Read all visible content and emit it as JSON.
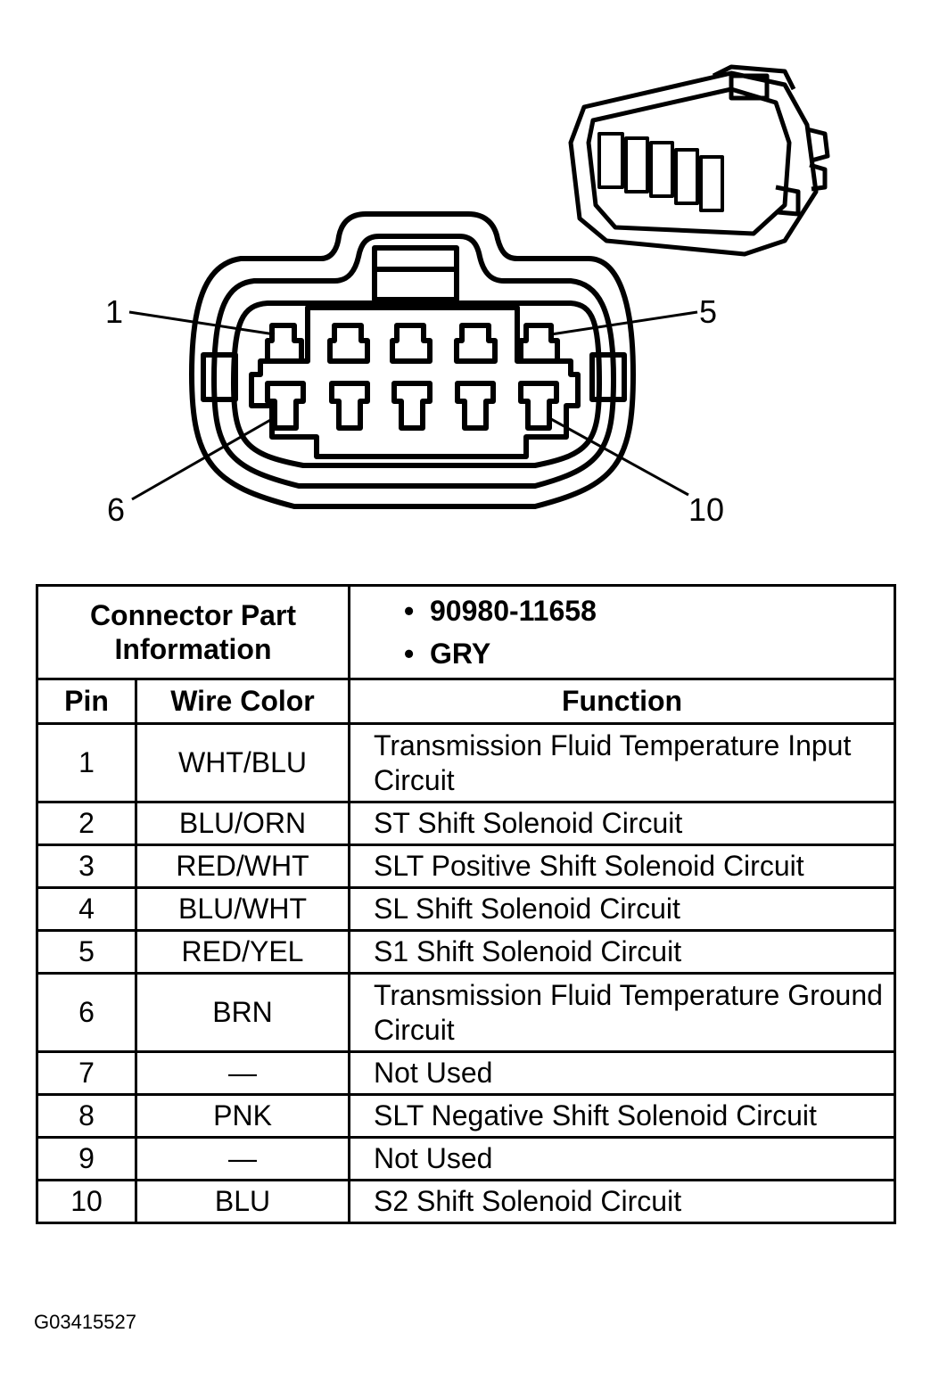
{
  "diagram": {
    "callouts": [
      "1",
      "5",
      "6",
      "10"
    ]
  },
  "table": {
    "info_label": "Connector Part Information",
    "info_values": [
      "90980-11658",
      "GRY"
    ],
    "headers": {
      "pin": "Pin",
      "wire_color": "Wire Color",
      "function": "Function"
    },
    "rows": [
      {
        "pin": "1",
        "color": "WHT/BLU",
        "function": "Transmission Fluid Temperature Input Circuit"
      },
      {
        "pin": "2",
        "color": "BLU/ORN",
        "function": "ST Shift Solenoid Circuit"
      },
      {
        "pin": "3",
        "color": "RED/WHT",
        "function": "SLT Positive Shift Solenoid Circuit"
      },
      {
        "pin": "4",
        "color": "BLU/WHT",
        "function": "SL Shift Solenoid Circuit"
      },
      {
        "pin": "5",
        "color": "RED/YEL",
        "function": "S1 Shift Solenoid Circuit"
      },
      {
        "pin": "6",
        "color": "BRN",
        "function": "Transmission Fluid Temperature Ground Circuit"
      },
      {
        "pin": "7",
        "color": "—",
        "function": "Not Used"
      },
      {
        "pin": "8",
        "color": "PNK",
        "function": "SLT Negative Shift Solenoid Circuit"
      },
      {
        "pin": "9",
        "color": "—",
        "function": "Not Used"
      },
      {
        "pin": "10",
        "color": "BLU",
        "function": "S2 Shift Solenoid Circuit"
      }
    ]
  },
  "figure_id": "G03415527"
}
